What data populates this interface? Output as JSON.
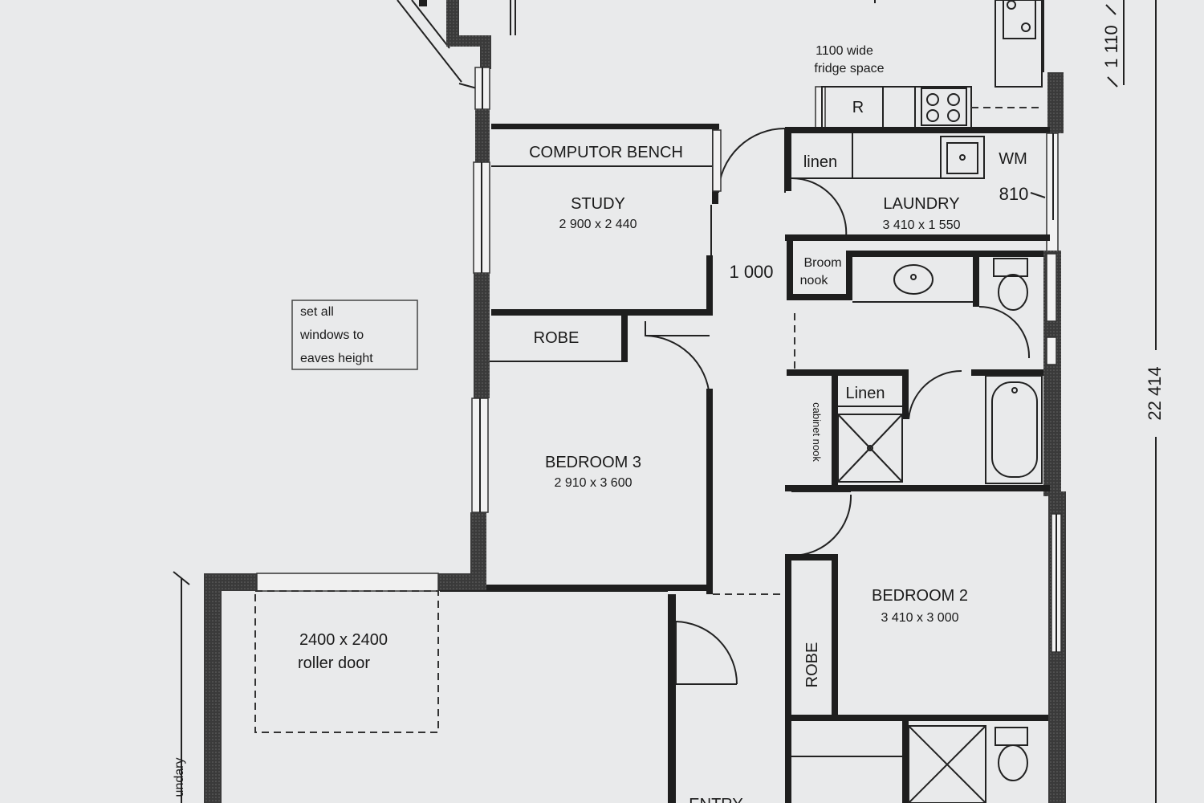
{
  "rooms": {
    "study": {
      "name": "STUDY",
      "dims": "2 900 x 2 440"
    },
    "laundry": {
      "name": "LAUNDRY",
      "dims": "3 410 x 1 550"
    },
    "bedroom3": {
      "name": "BEDROOM 3",
      "dims": "2 910 x 3 600"
    },
    "bedroom2": {
      "name": "BEDROOM 2",
      "dims": "3 410 x 3 000"
    },
    "entry": {
      "name": "ENTRY"
    }
  },
  "fixtures": {
    "computer_bench": "COMPUTOR BENCH",
    "robe_top": "ROBE",
    "robe_bed2": "ROBE",
    "linen_laundry": "linen",
    "linen_hall": "Linen",
    "washing_machine": "WM",
    "fridge": "R",
    "broom_line1": "Broom",
    "broom_line2": "nook",
    "cabinet_nook": "cabinet nook"
  },
  "notes": {
    "fridge_line1": "1100 wide",
    "fridge_line2": "fridge space",
    "windows_line1": "set all",
    "windows_line2": "windows to",
    "windows_line3": "eaves height",
    "roller_line1": "2400 x 2400",
    "roller_line2": "roller door",
    "boundary": "undary"
  },
  "dimensions": {
    "overall_length": "22 414",
    "top_right": "1 110",
    "laundry_door": "810",
    "hall_width": "1 000"
  }
}
